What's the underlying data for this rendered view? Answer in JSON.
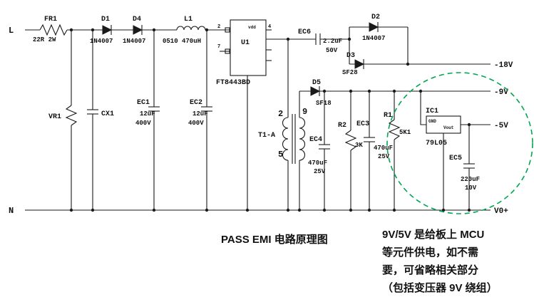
{
  "title": "PASS EMI 电路原理图",
  "rails": {
    "live": "L",
    "neutral": "N"
  },
  "outputs": {
    "v18": "-18V",
    "v9": "-9V",
    "v5": "-5V",
    "v0": "V0+"
  },
  "components": {
    "fr1": {
      "ref": "FR1",
      "value": "22R 2W"
    },
    "d1": {
      "ref": "D1",
      "value": "1N4007"
    },
    "d4": {
      "ref": "D4",
      "value": "1N4007"
    },
    "l1": {
      "ref": "L1",
      "value": "0510 470uH"
    },
    "u1": {
      "ref": "U1",
      "part": "FT8443BD",
      "pin_vdd": "vdd",
      "pin_2": "2",
      "pin_7": "7",
      "pin_4": "4"
    },
    "d2": {
      "ref": "D2",
      "value": "1N4007"
    },
    "ec6": {
      "ref": "EC6",
      "value": "2.2uF",
      "voltage": "50V"
    },
    "d3": {
      "ref": "D3",
      "value": "SF28"
    },
    "d5": {
      "ref": "D5",
      "value": "SF18"
    },
    "vr1": {
      "ref": "VR1"
    },
    "cx1": {
      "ref": "CX1"
    },
    "ec1": {
      "ref": "EC1",
      "value": "12uF",
      "voltage": "400V"
    },
    "ec2": {
      "ref": "EC2",
      "value": "12uF",
      "voltage": "400V"
    },
    "t1": {
      "ref": "T1-A",
      "pin_2": "2",
      "pin_9": "9",
      "pin_5": "5"
    },
    "ec4": {
      "ref": "EC4",
      "value": "470uF",
      "voltage": "25V"
    },
    "r2": {
      "ref": "R2",
      "value": "3K"
    },
    "ec3": {
      "ref": "EC3",
      "value": "470uF",
      "voltage": "25V"
    },
    "r1": {
      "ref": "R1",
      "value": "5K1"
    },
    "ic1": {
      "ref": "IC1",
      "part": "79L05",
      "pin_gnd": "GND",
      "pin_vout": "Vout"
    },
    "ec5": {
      "ref": "EC5",
      "value": "220uF",
      "voltage": "10V"
    }
  },
  "note": {
    "line1": "9V/5V 是给板上 MCU",
    "line2": "等元件供电，如不需",
    "line3": "要，可省略相关部分",
    "line4": "（包括变压器 9V 绕组）"
  },
  "colors": {
    "wire": "#1A1A1A",
    "title": "#FF0000",
    "note": "#00A651",
    "highlight": "#00A651"
  }
}
